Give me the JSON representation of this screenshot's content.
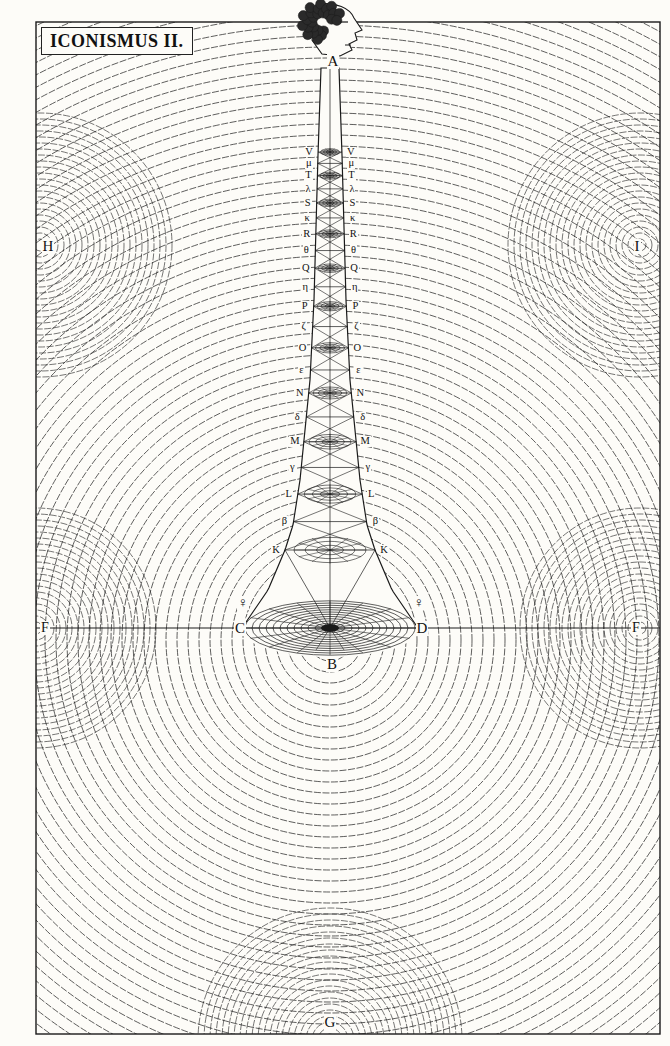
{
  "diagram": {
    "title": "ICONISMUS II.",
    "labels": [
      "A",
      "H",
      "I",
      "F",
      "C",
      "D",
      "F",
      "B",
      "G",
      "♀",
      "♀",
      "V",
      "V",
      "μ",
      "μ",
      "T",
      "T",
      "λ",
      "λ",
      "S",
      "S",
      "κ",
      "κ",
      "R",
      "R",
      "θ",
      "θ",
      "Q",
      "Q",
      "η",
      "η",
      "P",
      "P",
      "ζ",
      "ζ",
      "O",
      "O",
      "ε",
      "ε",
      "N",
      "N",
      "δ",
      "δ",
      "M",
      "M",
      "γ",
      "γ",
      "L",
      "L",
      "β",
      "β",
      "K",
      "K"
    ]
  }
}
